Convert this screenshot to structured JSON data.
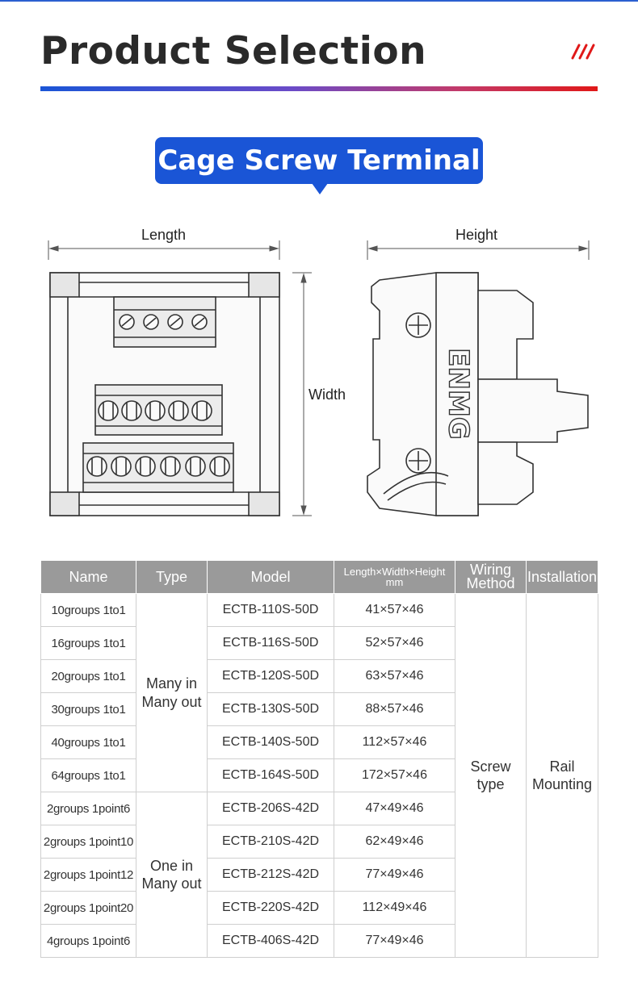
{
  "header": {
    "title": "Product Selection",
    "badge": "Cage Screw Terminal"
  },
  "colors": {
    "accent_blue": "#1a55d6",
    "accent_red": "#e01818",
    "header_gray": "#9a9a9a"
  },
  "diagram": {
    "length_label": "Length",
    "width_label": "Width",
    "height_label": "Height",
    "brand": "ENMG"
  },
  "table": {
    "headers": {
      "name": "Name",
      "type": "Type",
      "model": "Model",
      "dims_line1": "Length×Width×Height",
      "dims_line2": "mm",
      "wiring_line1": "Wiring",
      "wiring_line2": "Method",
      "installation": "Installation"
    },
    "rows": [
      {
        "name": "10groups 1to1",
        "model": "ECTB-110S-50D",
        "dims": "41×57×46"
      },
      {
        "name": "16groups 1to1",
        "model": "ECTB-116S-50D",
        "dims": "52×57×46"
      },
      {
        "name": "20groups 1to1",
        "model": "ECTB-120S-50D",
        "dims": "63×57×46"
      },
      {
        "name": "30groups 1to1",
        "model": "ECTB-130S-50D",
        "dims": "88×57×46"
      },
      {
        "name": "40groups 1to1",
        "model": "ECTB-140S-50D",
        "dims": "112×57×46"
      },
      {
        "name": "64groups 1to1",
        "model": "ECTB-164S-50D",
        "dims": "172×57×46"
      },
      {
        "name": "2groups 1point6",
        "model": "ECTB-206S-42D",
        "dims": "47×49×46"
      },
      {
        "name": "2groups 1point10",
        "model": "ECTB-210S-42D",
        "dims": "62×49×46"
      },
      {
        "name": "2groups 1point12",
        "model": "ECTB-212S-42D",
        "dims": "77×49×46"
      },
      {
        "name": "2groups 1point20",
        "model": "ECTB-220S-42D",
        "dims": "112×49×46"
      },
      {
        "name": "4groups 1point6",
        "model": "ECTB-406S-42D",
        "dims": "77×49×46"
      }
    ],
    "type_many_line1": "Many in",
    "type_many_line2": "Many out",
    "type_one_line1": "One in",
    "type_one_line2": "Many out",
    "wiring_line1": "Screw",
    "wiring_line2": "type",
    "install_line1": "Rail",
    "install_line2": "Mounting"
  }
}
